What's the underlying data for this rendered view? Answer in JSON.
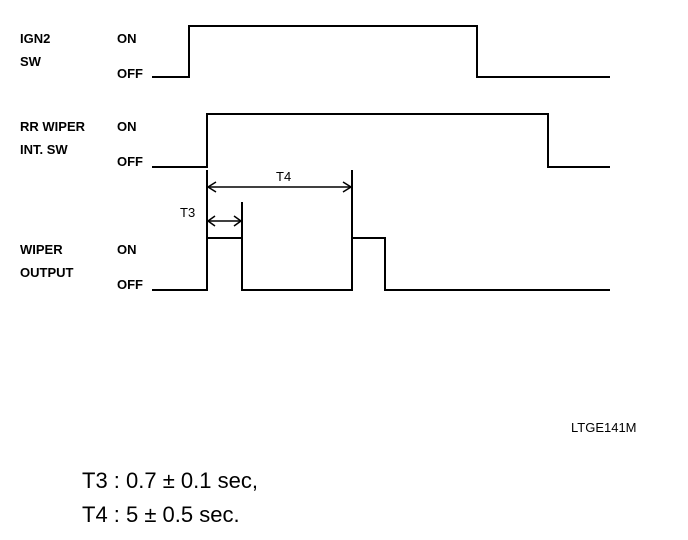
{
  "signals": [
    {
      "name_lines": [
        "IGN2",
        "SW"
      ],
      "on_label": "ON",
      "off_label": "OFF"
    },
    {
      "name_lines": [
        "RR WIPER",
        "INT. SW"
      ],
      "on_label": "ON",
      "off_label": "OFF"
    },
    {
      "name_lines": [
        "WIPER",
        "OUTPUT"
      ],
      "on_label": "ON",
      "off_label": "OFF"
    }
  ],
  "dimensions": {
    "t3": "T3",
    "t4": "T4"
  },
  "figure_code": "LTGE141M",
  "notes": [
    "T3 : 0.7 ± 0.1 sec,",
    "T4 : 5 ± 0.5 sec."
  ]
}
